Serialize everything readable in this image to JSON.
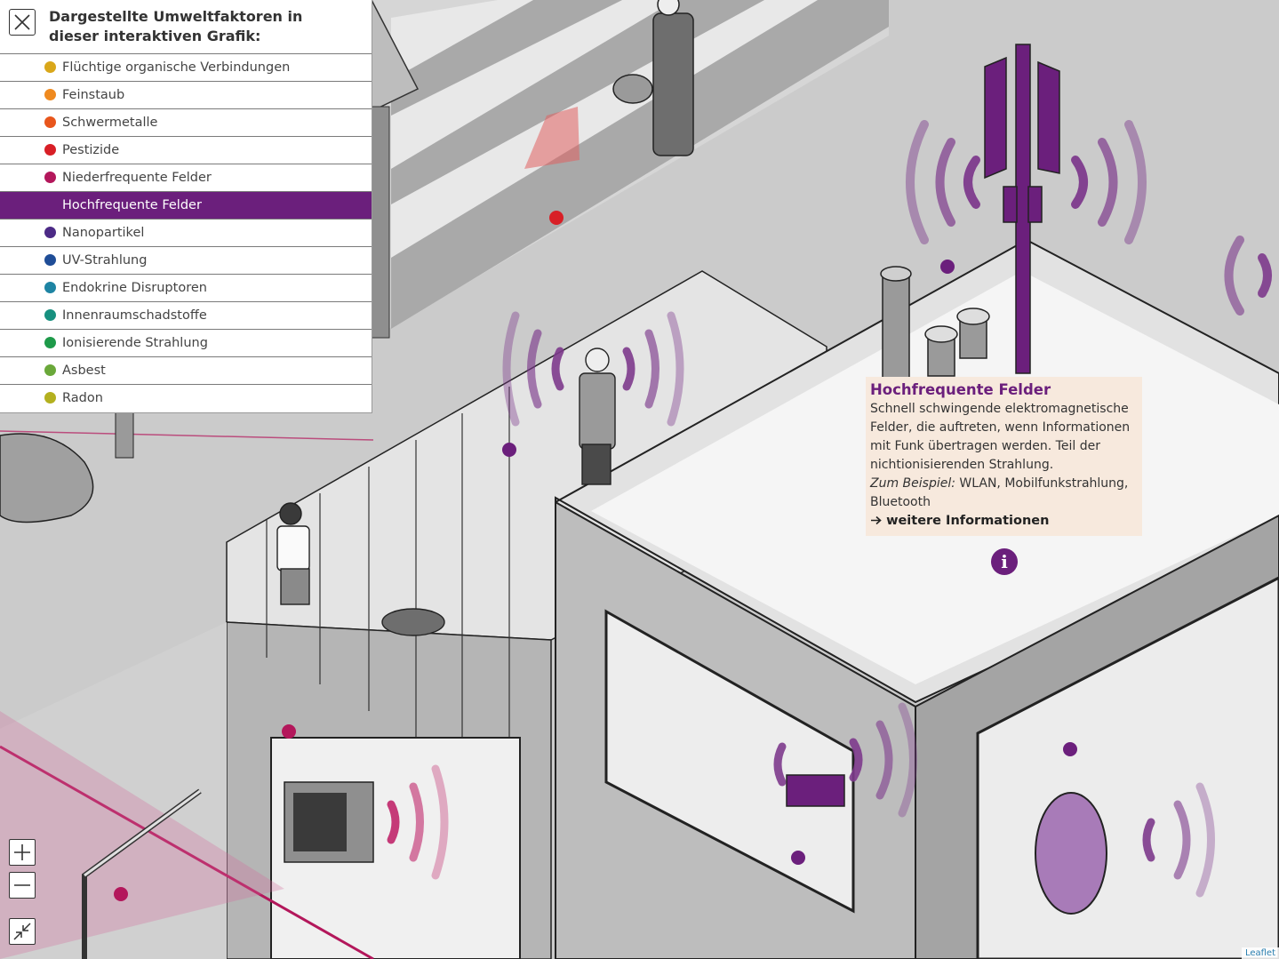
{
  "legend": {
    "title": "Dargestellte Umweltfaktoren in dieser interaktiven Grafik:",
    "items": [
      {
        "label": "Flüchtige organische Verbindungen",
        "color": "#d9a71a",
        "active": false
      },
      {
        "label": "Feinstaub",
        "color": "#ef8a1f",
        "active": false
      },
      {
        "label": "Schwermetalle",
        "color": "#e8561c",
        "active": false
      },
      {
        "label": "Pestizide",
        "color": "#d81f26",
        "active": false
      },
      {
        "label": "Niederfrequente Felder",
        "color": "#b3175b",
        "active": false
      },
      {
        "label": "Hochfrequente Felder",
        "color": "#6b1f7c",
        "active": true
      },
      {
        "label": "Nanopartikel",
        "color": "#4c2a86",
        "active": false
      },
      {
        "label": "UV-Strahlung",
        "color": "#1f4d97",
        "active": false
      },
      {
        "label": "Endokrine Disruptoren",
        "color": "#1e84a3",
        "active": false
      },
      {
        "label": "Innenraumschadstoffe",
        "color": "#17907f",
        "active": false
      },
      {
        "label": "Ionisierende Strahlung",
        "color": "#1e9a4a",
        "active": false
      },
      {
        "label": "Asbest",
        "color": "#6aa83a",
        "active": false
      },
      {
        "label": "Radon",
        "color": "#b3b01f",
        "active": false
      }
    ]
  },
  "popup": {
    "title": "Hochfrequente Felder",
    "body": "Schnell schwingende elektromagnetische Felder, die auftreten, wenn Informationen mit Funk übertragen werden. Teil der nichtionisierenden Strahlung.",
    "example_label": "Zum Beispiel:",
    "example_text": " WLAN, Mobilfunkstrahlung, Bluetooth",
    "link_label": "weitere Informationen"
  },
  "info_icon": "i",
  "attribution": "Leaflet",
  "colors": {
    "accent": "#6b1f7c",
    "pestizide_marker": "#d81f26",
    "niederfrequent_marker": "#b3175b"
  },
  "icons": {
    "close": "close-icon",
    "zoom_in": "plus-icon",
    "zoom_out": "minus-icon",
    "collapse": "collapse-icon",
    "info": "info-icon",
    "link_arrow": "arrow-right-icon"
  }
}
